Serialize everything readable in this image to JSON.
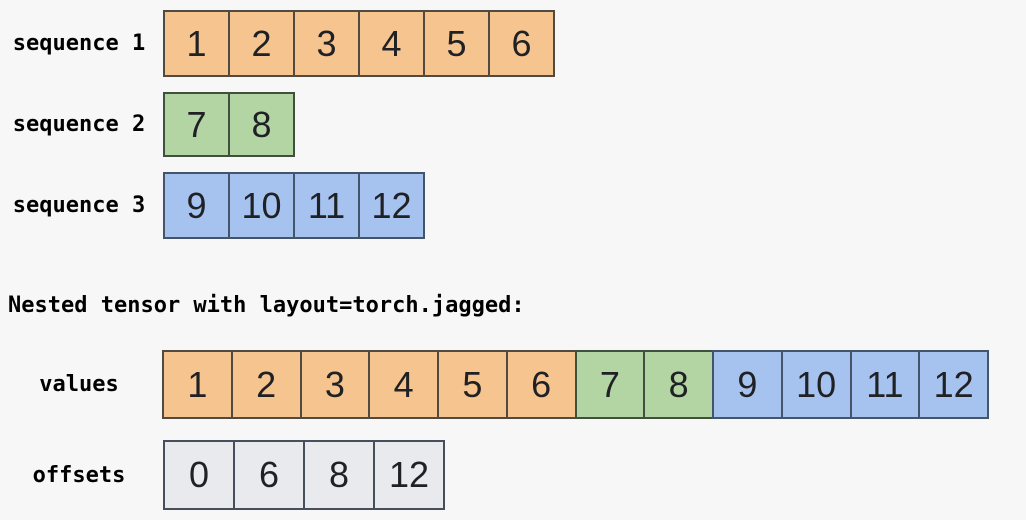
{
  "title": "Nested tensor with layout=torch.jagged:",
  "colors": {
    "background": "#f7f7f8",
    "label_text": "#000000",
    "cell_text": "#202124",
    "orange": "#f6c48f",
    "orange_border": "#4f4a42",
    "green": "#b3d4a3",
    "green_border": "#40503e",
    "blue": "#a6c3f0",
    "blue_border": "#44546a",
    "gray": "#e8eaed",
    "gray_border": "#474f5c"
  },
  "sequences": [
    {
      "label": "sequence 1",
      "color": "orange",
      "cells": [
        {
          "v": "1",
          "color": "orange"
        },
        {
          "v": "2",
          "color": "orange"
        },
        {
          "v": "3",
          "color": "orange"
        },
        {
          "v": "4",
          "color": "orange"
        },
        {
          "v": "5",
          "color": "orange"
        },
        {
          "v": "6",
          "color": "orange"
        }
      ]
    },
    {
      "label": "sequence 2",
      "color": "green",
      "cells": [
        {
          "v": "7",
          "color": "green"
        },
        {
          "v": "8",
          "color": "green"
        }
      ]
    },
    {
      "label": "sequence 3",
      "color": "blue",
      "cells": [
        {
          "v": "9",
          "color": "blue"
        },
        {
          "v": "10",
          "color": "blue"
        },
        {
          "v": "11",
          "color": "blue"
        },
        {
          "v": "12",
          "color": "blue"
        }
      ]
    }
  ],
  "nested": {
    "values_label": "values",
    "values_cells": [
      {
        "v": "1",
        "color": "orange"
      },
      {
        "v": "2",
        "color": "orange"
      },
      {
        "v": "3",
        "color": "orange"
      },
      {
        "v": "4",
        "color": "orange"
      },
      {
        "v": "5",
        "color": "orange"
      },
      {
        "v": "6",
        "color": "orange"
      },
      {
        "v": "7",
        "color": "green"
      },
      {
        "v": "8",
        "color": "green"
      },
      {
        "v": "9",
        "color": "blue"
      },
      {
        "v": "10",
        "color": "blue"
      },
      {
        "v": "11",
        "color": "blue"
      },
      {
        "v": "12",
        "color": "blue"
      }
    ],
    "offsets_label": "offsets",
    "offsets_cells": [
      {
        "v": "0",
        "color": "gray"
      },
      {
        "v": "6",
        "color": "gray"
      },
      {
        "v": "8",
        "color": "gray"
      },
      {
        "v": "12",
        "color": "gray"
      }
    ]
  }
}
